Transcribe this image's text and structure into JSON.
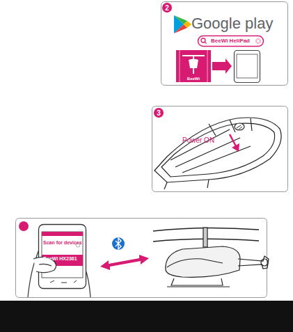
{
  "diagram": {
    "labels": [
      "2",
      "Google play",
      "BeeWi HeliPad",
      "BeeWi",
      "3",
      "Power ON",
      "Scan for devices",
      "BeeWi HX2361"
    ]
  }
}
